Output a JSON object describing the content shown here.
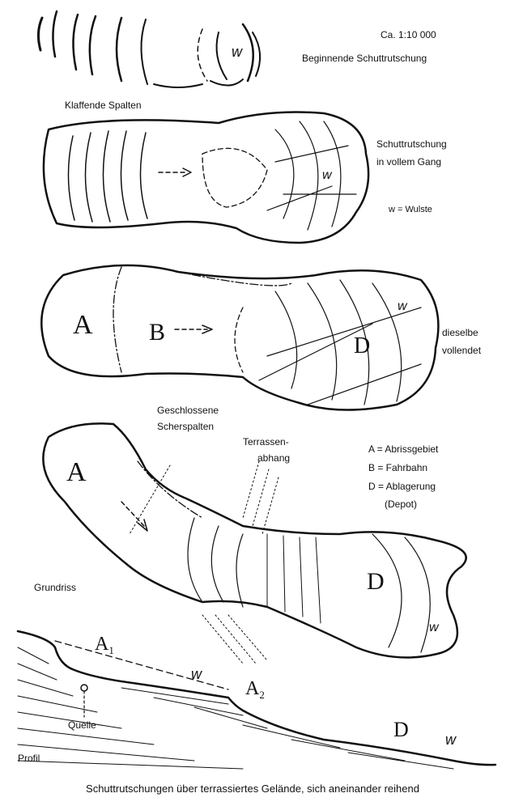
{
  "scale": "Ca. 1:10 000",
  "stages": {
    "beginning": {
      "title": "Beginnende Schuttrutschung",
      "cracks_label": "Klaffende Spalten",
      "w_mark": "w"
    },
    "full": {
      "title_line1": "Schuttrutschung",
      "title_line2": "in vollem Gang",
      "w_mark": "w",
      "legend_w": "w = Wulste"
    },
    "complete": {
      "title_line1": "dieselbe",
      "title_line2": "vollendet",
      "mark_a": "A",
      "mark_b": "B",
      "mark_d": "D",
      "w_mark": "w"
    },
    "plan": {
      "shear_label_line1": "Geschlossene",
      "shear_label_line2": "Scherspalten",
      "terrace_label_line1": "Terrassen-",
      "terrace_label_line2": "abhang",
      "mark_a": "A",
      "mark_d": "D",
      "w_mark": "w",
      "grundriss": "Grundriss"
    }
  },
  "legend": [
    "A = Abrissgebiet",
    "B = Fahrbahn",
    "D = Ablagerung",
    "(Depot)"
  ],
  "profile": {
    "label": "Profil",
    "a1": "A",
    "a1_sub": "1",
    "a2": "A",
    "a2_sub": "2",
    "w1": "w",
    "d": "D",
    "w2": "w",
    "spring": "Quelle"
  },
  "caption": "Schuttrutschungen über terrassiertes Gelände, sich aneinander reihend"
}
